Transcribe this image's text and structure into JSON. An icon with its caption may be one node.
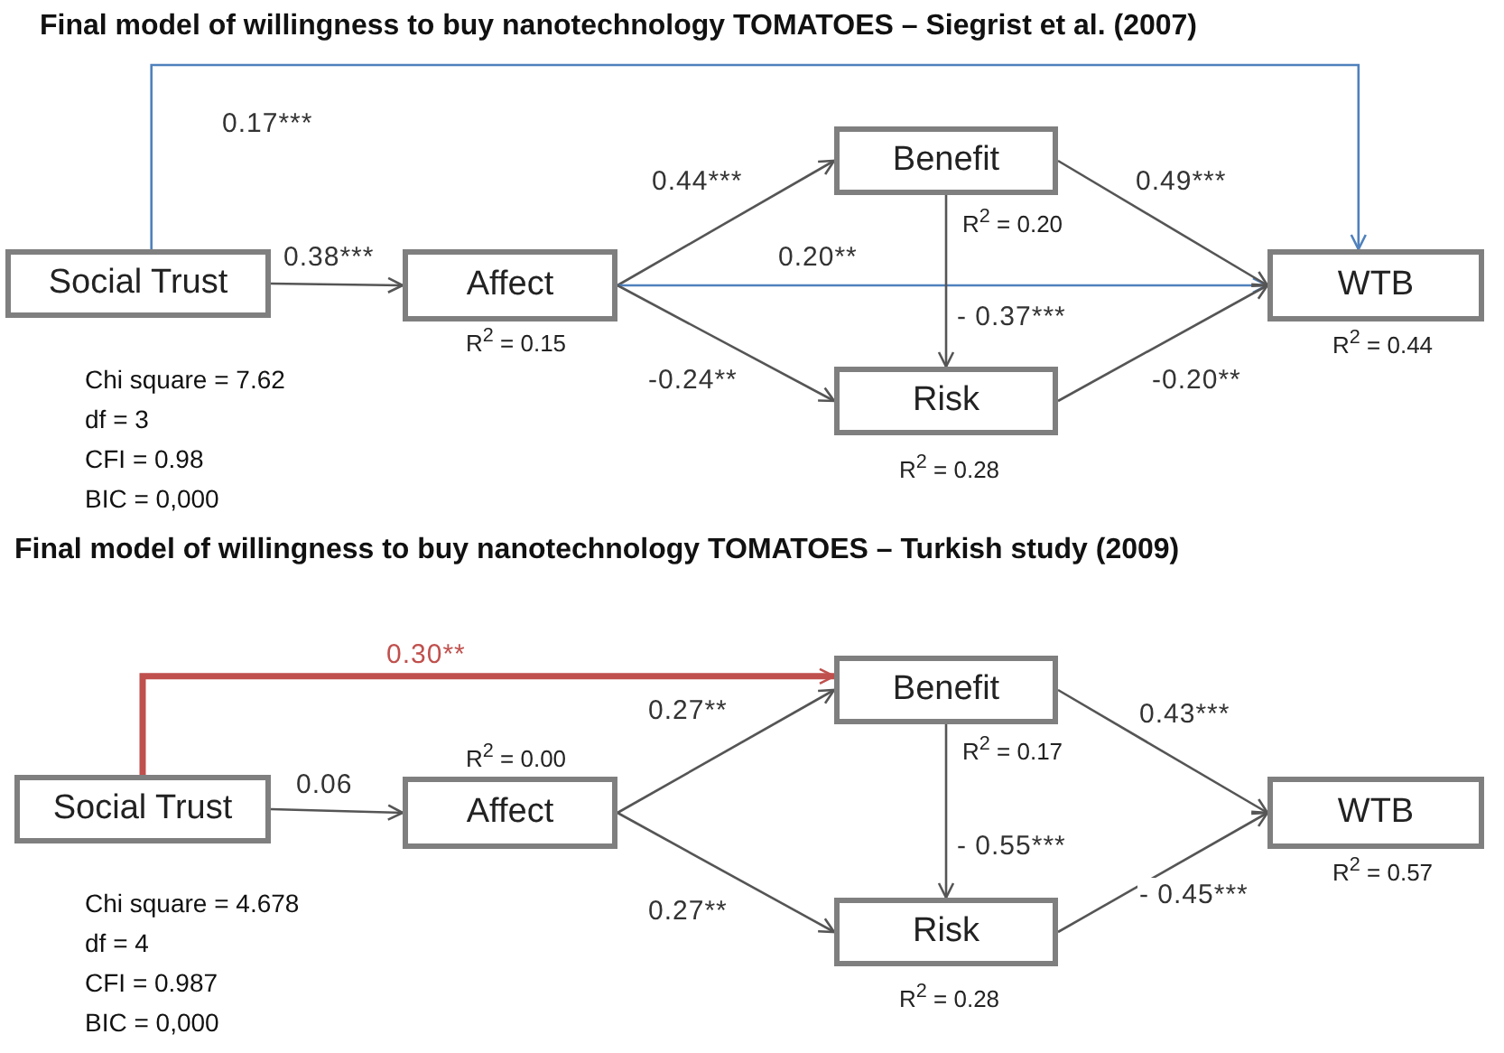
{
  "diagram": {
    "title": "Final model of willingness to buy nanotechnology TOMATOES – Siegrist et al. (2007)",
    "nodes": [
      {
        "text": [
          "Social Trust"
        ]
      },
      {
        "text": [
          "Affect"
        ],
        "beside": [
          "R$^{2}$ = 0.15"
        ]
      },
      {
        "text": [
          "Benefit"
        ],
        "beside": [
          "R$^{2}$ = 0.20"
        ]
      },
      {
        "text": [
          "Risk"
        ],
        "beside": [
          "R$^{2}$ = 0.28"
        ]
      },
      {
        "text": [
          "WTB"
        ],
        "beside": [
          "R$^{2}$ = 0.44"
        ]
      },
      {
        "text": [
          "Social Trust"
        ]
      },
      {
        "text": [
          "Affect"
        ],
        "beside": [
          "R$^{2}$ = 0.00"
        ]
      },
      {
        "text": [
          "Benefit"
        ],
        "beside": [
          "R$^{2}$ = 0.17"
        ]
      },
      {
        "text": [
          "Risk"
        ],
        "beside": [
          "R$^{2}$ = 0.28"
        ]
      },
      {
        "text": [
          "WTB"
        ],
        "beside": [
          "R$^{2}$ = 0.57"
        ]
      }
    ],
    "edges": [
      {
        "from": 0,
        "to": 4,
        "arrow": "to",
        "label": "0.17***",
        "color": "#4f81bd"
      },
      {
        "from": 0,
        "to": 1,
        "arrow": "to",
        "label": "0.38***"
      },
      {
        "from": 1,
        "to": 2,
        "arrow": "to",
        "label": "0.44***"
      },
      {
        "from": 1,
        "to": 4,
        "arrow": "to",
        "label": "0.20**",
        "color": "#4f81bd"
      },
      {
        "from": 1,
        "to": 3,
        "arrow": "to",
        "label": "-0.24**"
      },
      {
        "from": 2,
        "to": 4,
        "arrow": "to",
        "label": "0.49***"
      },
      {
        "from": 2,
        "to": 3,
        "arrow": "to",
        "label": "- 0.37***"
      },
      {
        "from": 3,
        "to": 4,
        "arrow": "to",
        "label": "-0.20**"
      },
      {
        "from": 5,
        "to": 7,
        "arrow": "to",
        "label": "0.30**",
        "style": "thick",
        "color": "#c0504d"
      },
      {
        "from": 5,
        "to": 6,
        "arrow": "to",
        "label": "0.06"
      },
      {
        "from": 6,
        "to": 7,
        "arrow": "to",
        "label": "0.27**"
      },
      {
        "from": 6,
        "to": 8,
        "arrow": "to",
        "label": "0.27**"
      },
      {
        "from": 7,
        "to": 9,
        "arrow": "to",
        "label": "0.43***"
      },
      {
        "from": 7,
        "to": 8,
        "arrow": "to",
        "label": "- 0.55***"
      },
      {
        "from": 8,
        "to": 9,
        "arrow": "to",
        "label": "- 0.45***"
      }
    ],
    "labels": [
      "Chi square = 7.62",
      "df = 3",
      "CFI = 0.98",
      "BIC = 0,000",
      "Final model of willingness to buy nanotechnology TOMATOES – Turkish study (2009)",
      "Chi square = 4.678",
      "df = 4",
      "CFI = 0.987",
      "BIC = 0,000"
    ]
  }
}
